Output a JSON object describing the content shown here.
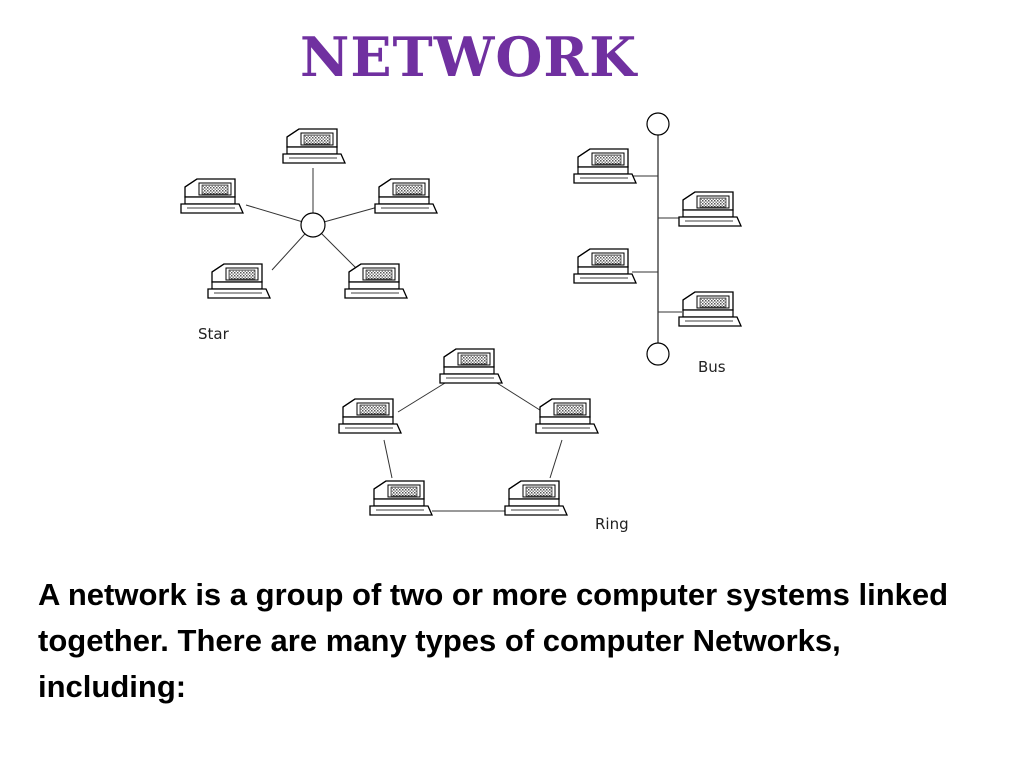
{
  "title": "Network",
  "labels": {
    "star": "Star",
    "bus": "Bus",
    "ring": "Ring"
  },
  "description": "A network is a group of two or more computer systems linked together. There are many types of computer Networks, including:"
}
